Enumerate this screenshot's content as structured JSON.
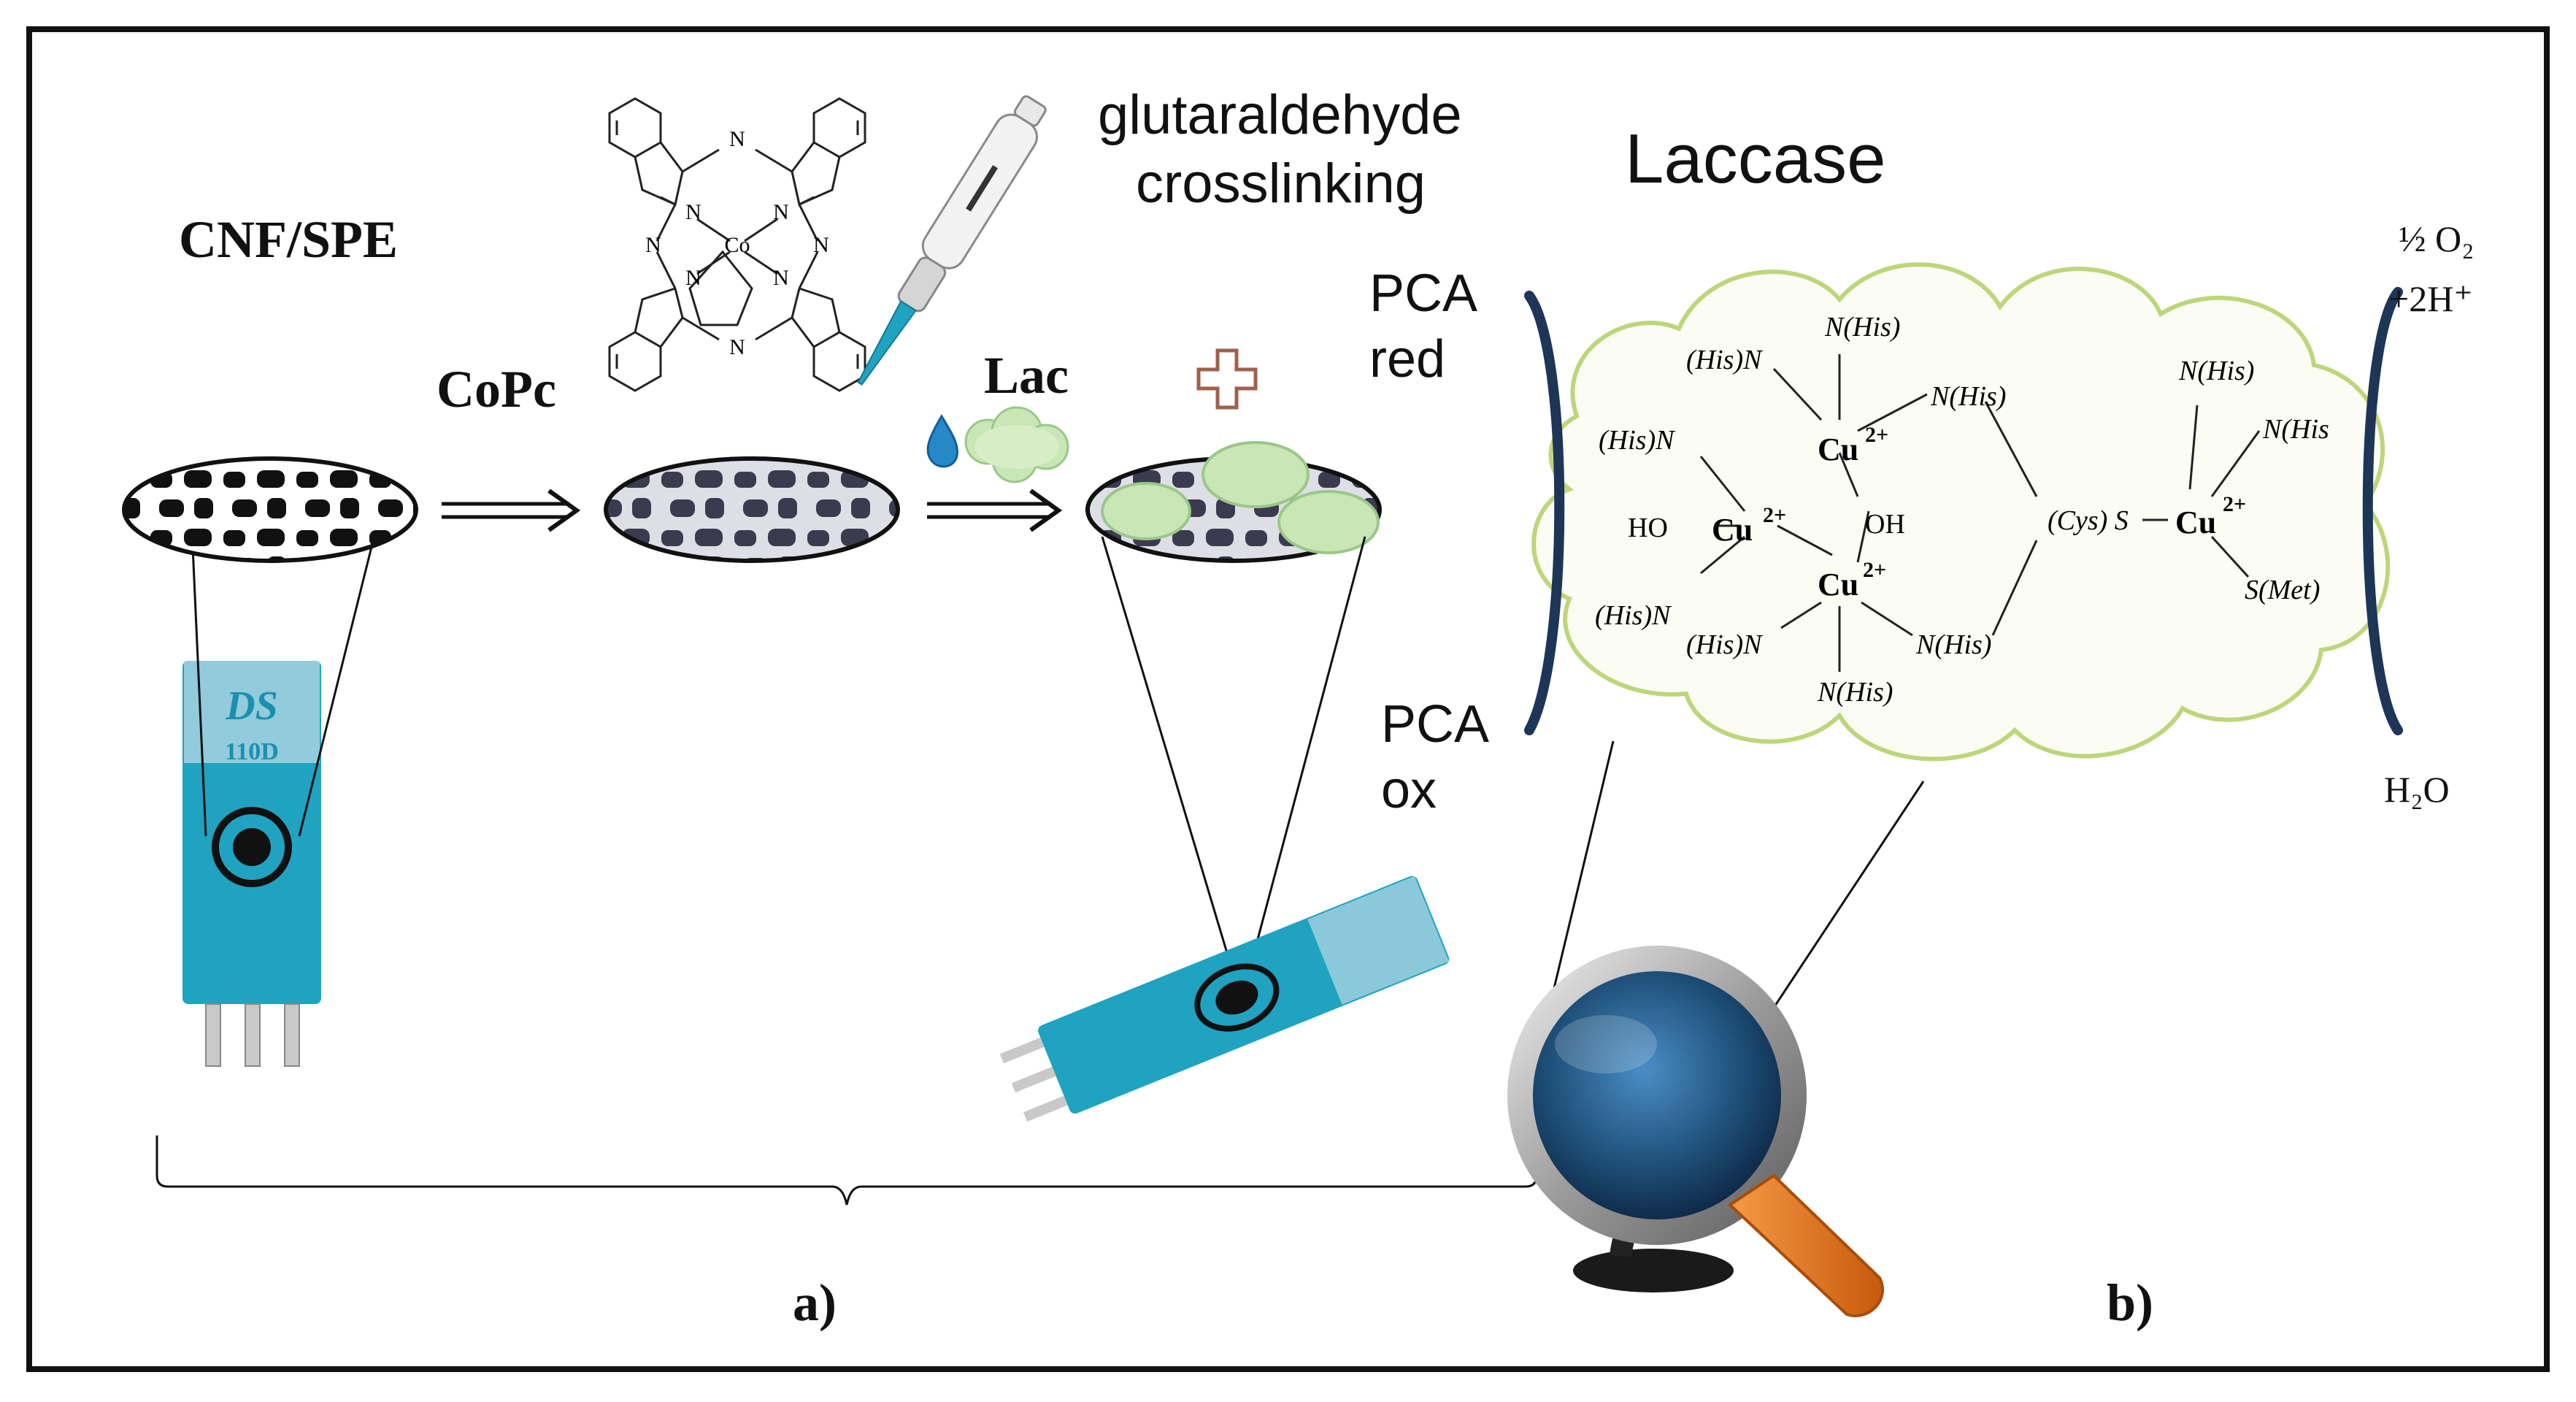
{
  "labels": {
    "cnf_spe": "CNF/SPE",
    "copc": "CoPc",
    "lac": "Lac",
    "glutaraldehyde_line1": "glutaraldehyde",
    "glutaraldehyde_line2": "crosslinking",
    "laccase": "Laccase",
    "pca_red_line1": "PCA",
    "pca_red_line2": "red",
    "pca_ox_line1": "PCA",
    "pca_ox_line2": "ox",
    "half_o2": "½ O₂",
    "plus_2h": "+2H⁺",
    "h2o": "H₂O",
    "panel_a": "a)",
    "panel_b": "b)"
  },
  "electrode_print": {
    "brand": "DS",
    "model": "110D"
  },
  "molecule_atoms": {
    "n": "N",
    "co": "Co"
  },
  "copper_site": {
    "his_n_1": "(His)N",
    "n_his_top": "N(His)",
    "n_his_top_right": "N(His)",
    "his_n_2": "(His)N",
    "cu1": "Cu",
    "cu2": "Cu",
    "cu3": "Cu",
    "cu4": "Cu",
    "charge": "2+",
    "ho": "HO",
    "oh": "OH",
    "his_n_3": "(His)N",
    "his_n_4": "(His)N",
    "n_his_bottom": "N(His)",
    "n_his_bottom_right": "N(His)",
    "cys_s": "(Cys) S",
    "n_his_far_top": "N(His)",
    "n_his_far_right": "N(His",
    "s_met": "S(Met)"
  },
  "colors": {
    "electrode_blue": "#1fa3c0",
    "cloud_green": "#bdd67a",
    "cloud_fill": "#e4efc4",
    "plus_outline": "#a0604e",
    "bracket_navy": "#1d3557",
    "magnifier_handle": "#e8761e",
    "lens_blue": "#1e4f78"
  }
}
